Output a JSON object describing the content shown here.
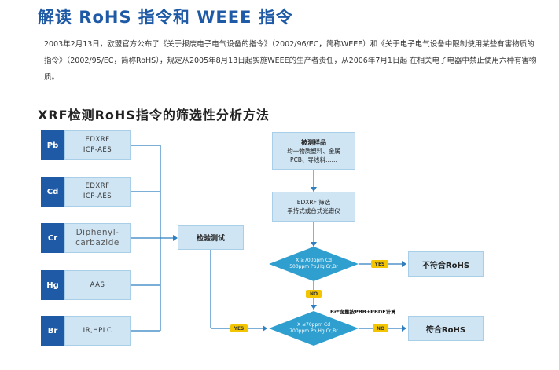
{
  "header": {
    "title": "解读 RoHS 指令和 WEEE 指令"
  },
  "intro": {
    "paragraph": "2003年2月13日，欧盟官方公布了《关于报废电子电气设备的指令》（2002/96/EC，简称WEEE）和《关于电子电气设备中限制使用某些有害物质的指令》（2002/95/EC，简称RoHS），规定从2005年8月13日起实施WEEE的生产者责任，从2006年7月1日起 在相关电子电器中禁止使用六种有害物质。"
  },
  "section": {
    "title": "XRF检测RoHS指令的筛选性分析方法"
  },
  "methods": [
    {
      "element": "Pb",
      "lines": [
        "EDXRF",
        "ICP-AES"
      ]
    },
    {
      "element": "Cd",
      "lines": [
        "EDXRF",
        "ICP-AES"
      ]
    },
    {
      "element": "Cr",
      "lines": [
        "Diphenyl-",
        "carbazide"
      ]
    },
    {
      "element": "Hg",
      "lines": [
        "AAS"
      ]
    },
    {
      "element": "Br",
      "lines": [
        "IR,HPLC"
      ]
    }
  ],
  "flow": {
    "test_box": "检验测试",
    "sample_title": "被测样品",
    "sample_lines": [
      "均一物质塑料、金属",
      "PCB、导线料……"
    ],
    "screen_lines": [
      "EDXRF 筛选",
      "手持式或台式光谱仪"
    ],
    "diamond1_lines": [
      "X ≥700ppm Cd",
      "500ppm Pb,Hg,Cr,Br"
    ],
    "diamond2_lines": [
      "X ≤70ppm Cd",
      "700ppm Pb,Hg,Cr,Br"
    ],
    "fail_box": "不符合RoHS",
    "pass_box": "符合RoHS",
    "yes1": "YES",
    "no1": "NO",
    "yes2": "YES",
    "no2": "NO",
    "br_note": "Br*含量按PBB+PBDE计算"
  },
  "colors": {
    "accent": "#1f5aa6",
    "box_fill": "#cfe5f4",
    "diamond": "#2f9fd0",
    "tag": "#f2c500"
  }
}
